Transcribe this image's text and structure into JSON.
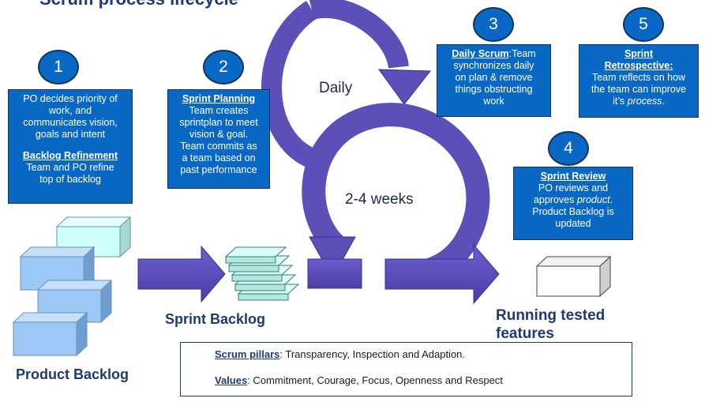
{
  "title_fragment": "Scrum process lifecycle",
  "steps": [
    {
      "number": "1",
      "lines": [
        "PO decides priority of",
        "work, and",
        "communicates vision,",
        "goals and intent"
      ],
      "title2": "Backlog Refinement",
      "lines2": [
        "Team and PO refine",
        "top of backlog"
      ]
    },
    {
      "number": "2",
      "title": "Sprint Planning",
      "lines": [
        "Team creates",
        "sprintplan to meet",
        "vision & goal.",
        "Team commits as",
        "a team based on",
        "past performance"
      ]
    },
    {
      "number": "3",
      "title": "Daily Scrum",
      "title_suffix": ":Team",
      "lines": [
        "synchronizes daily",
        "on plan & remove",
        "things obstructing",
        "work"
      ]
    },
    {
      "number": "4",
      "title": "Sprint Review",
      "line1": "PO reviews and",
      "line2_pre": "approves ",
      "line2_em": "product",
      "line2_post": ".",
      "lines": [
        "Product Backlog is",
        "updated"
      ]
    },
    {
      "number": "5",
      "title_lines": [
        "Sprint",
        "Retrospective:"
      ],
      "lines": [
        "Team reflects on how",
        "the team can improve"
      ],
      "last_pre": "it’s ",
      "last_em": "process",
      "last_post": "."
    }
  ],
  "cycle_labels": {
    "daily": "Daily",
    "sprint": "2-4 weeks"
  },
  "artifacts": {
    "product_backlog": "Product Backlog",
    "sprint_backlog": "Sprint Backlog",
    "running_line1": "Running tested",
    "running_line2": "features"
  },
  "pillars": {
    "key1": "Scrum pillars",
    "val1": ": Transparency, Inspection and Adaption.",
    "key2": "Values",
    "val2": ": Commitment, Courage, Focus, Openness and Respect"
  },
  "colors": {
    "box_blue": "#0868c4",
    "arrow_purple": "#5b4fb8",
    "arrow_dark": "#3a2f8f",
    "cube_blue": "#9cc8f5",
    "cube_cyan": "#cffff7",
    "label_navy": "#1f3a6e"
  }
}
